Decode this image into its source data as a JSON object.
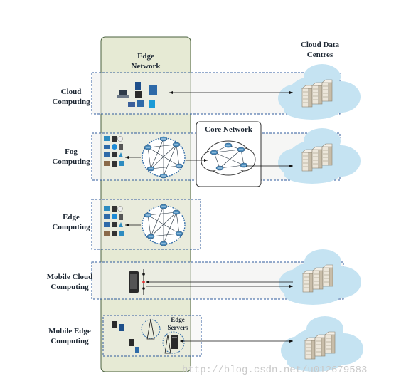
{
  "labels": {
    "edge_network": [
      "Edge",
      "Network"
    ],
    "cloud_data_centres": [
      "Cloud Data",
      "Centres"
    ],
    "core_network": "Core Network",
    "edge_servers": [
      "Edge",
      "Servers"
    ]
  },
  "rows": [
    {
      "id": "cloud-computing",
      "lines": [
        "Cloud",
        "Computing"
      ]
    },
    {
      "id": "fog-computing",
      "lines": [
        "Fog",
        "Computing"
      ]
    },
    {
      "id": "edge-computing",
      "lines": [
        "Edge",
        "Computing"
      ]
    },
    {
      "id": "mobile-cloud-computing",
      "lines": [
        "Mobile Cloud",
        "Computing"
      ]
    },
    {
      "id": "mobile-edge-computing",
      "lines": [
        "Mobile Edge",
        "Computing"
      ]
    }
  ],
  "watermark": "http://blog.csdn.net/u012679583",
  "colors": {
    "edge_band": "#e6ead4",
    "edge_band_border": "#49603d",
    "row_border": "#2e5a9c",
    "cloud": "#c5e3f2",
    "server": "#d8cfc0",
    "network_ring": "#2e6aa8",
    "router": "#4d8fbf"
  }
}
